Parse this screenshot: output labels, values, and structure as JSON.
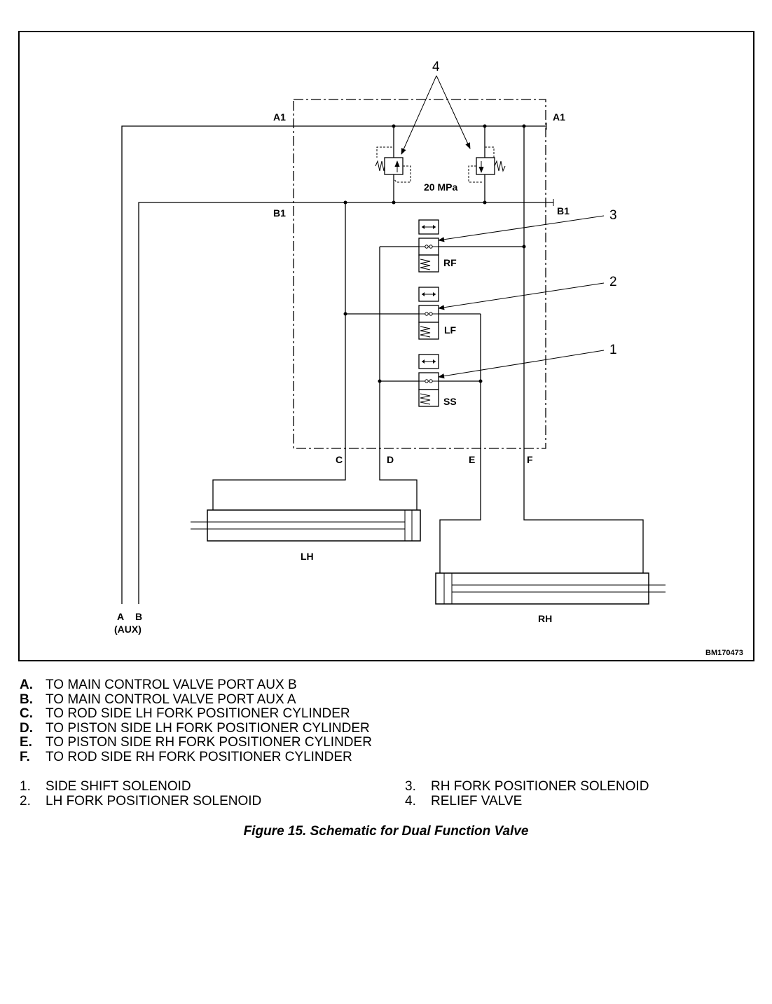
{
  "diagram": {
    "port_labels": {
      "a1_left": "A1",
      "a1_right": "A1",
      "b1_left": "B1",
      "b1_right": "B1",
      "c": "C",
      "d": "D",
      "e": "E",
      "f": "F",
      "a": "A",
      "b": "B",
      "aux": "(AUX)"
    },
    "pressure": "20 MPa",
    "valve_labels": {
      "rf": "RF",
      "lf": "LF",
      "ss": "SS"
    },
    "cylinders": {
      "lh": "LH",
      "rh": "RH"
    },
    "callouts": {
      "n1": "1",
      "n2": "2",
      "n3": "3",
      "n4": "4"
    },
    "drawing_id": "BM170473"
  },
  "legend_letters": [
    {
      "key": "A.",
      "text": "TO MAIN CONTROL VALVE PORT AUX B"
    },
    {
      "key": "B.",
      "text": "TO MAIN CONTROL VALVE PORT AUX A"
    },
    {
      "key": "C.",
      "text": "TO ROD SIDE LH FORK POSITIONER CYLINDER"
    },
    {
      "key": "D.",
      "text": "TO PISTON SIDE LH FORK POSITIONER CYLINDER"
    },
    {
      "key": "E.",
      "text": "TO PISTON SIDE RH FORK POSITIONER CYLINDER"
    },
    {
      "key": "F.",
      "text": "TO ROD SIDE RH FORK POSITIONER CYLINDER"
    }
  ],
  "legend_numbers": [
    {
      "key": "1.",
      "text": "SIDE SHIFT SOLENOID"
    },
    {
      "key": "2.",
      "text": "LH FORK POSITIONER SOLENOID"
    },
    {
      "key": "3.",
      "text": "RH FORK POSITIONER SOLENOID"
    },
    {
      "key": "4.",
      "text": "RELIEF VALVE"
    }
  ],
  "caption": "Figure 15. Schematic for Dual Function Valve"
}
